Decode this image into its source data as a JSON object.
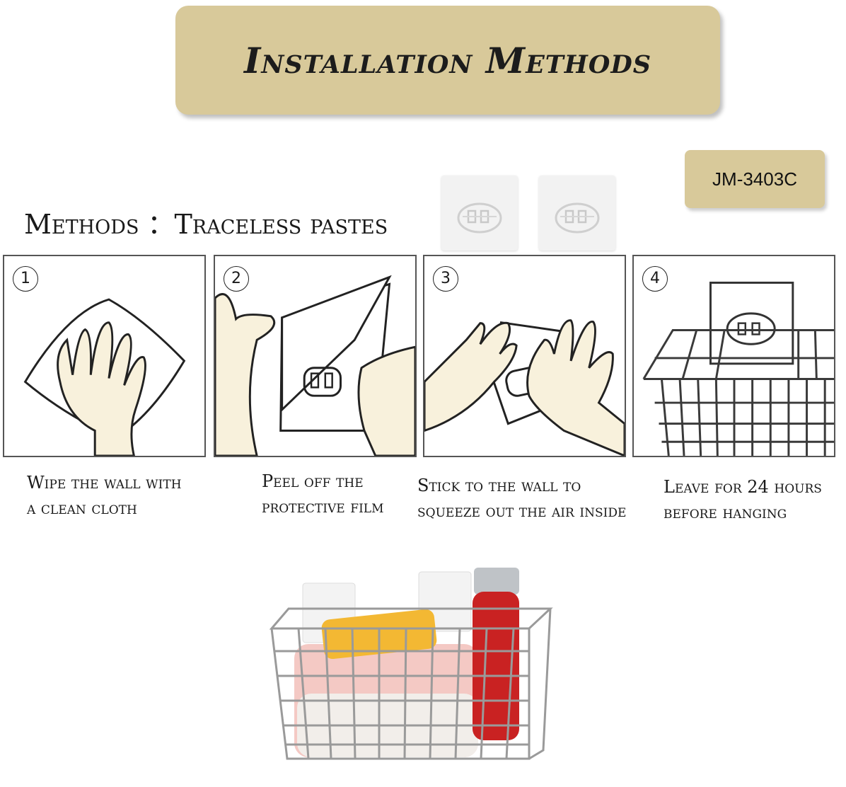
{
  "banner": {
    "title": "Installation Methods"
  },
  "model": {
    "code": "JM-3403C"
  },
  "method": {
    "title": "Methods ：Traceless pastes"
  },
  "steps": [
    {
      "num": "1",
      "caption": "Wipe the wall with\na clean cloth"
    },
    {
      "num": "2",
      "caption": "Peel off the\nprotective film"
    },
    {
      "num": "3",
      "caption": "Stick to the wall to\nsqueeze out the air inside"
    },
    {
      "num": "4",
      "caption": "Leave for 24 hours\nbefore hanging"
    }
  ],
  "colors": {
    "banner": "#d8c99a",
    "hand": "#f8f1dc",
    "basket": "#3a3a3a"
  },
  "icons": [
    "hook-paste-icon",
    "hand-icon",
    "wire-basket-icon"
  ]
}
